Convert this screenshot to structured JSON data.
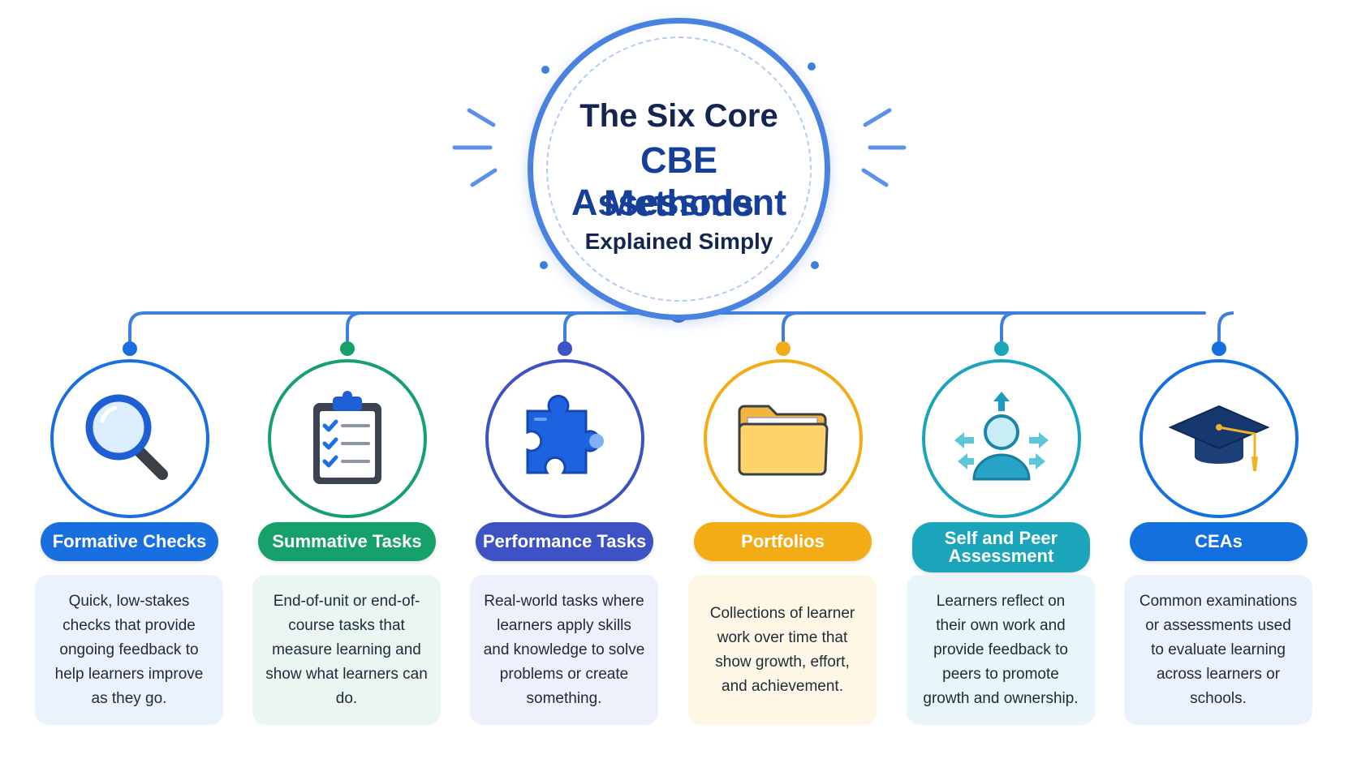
{
  "hub": {
    "title_line1": "The Six Core",
    "title_line2": "CBE Assessment",
    "title_line3": "Methods",
    "subtitle": "Explained Simply"
  },
  "colors": {
    "hub": "#4a82e0",
    "connector": "#3f7fe0"
  },
  "methods": [
    {
      "label": "Formative Checks",
      "icon": "magnifying-glass-icon",
      "color": "#1a6fe0",
      "card_bg": "#eaf3fd",
      "description": "Quick, low-stakes checks that provide ongoing feedback to help learners improve as they go."
    },
    {
      "label": "Summative Tasks",
      "icon": "clipboard-checklist-icon",
      "color": "#16a06a",
      "card_bg": "#e9f6f1",
      "description": "End-of-unit or end-of-course tasks that measure learning and show what learners can do."
    },
    {
      "label": "Performance Tasks",
      "icon": "puzzle-piece-icon",
      "color": "#3d52c4",
      "card_bg": "#eef0fb",
      "description": "Real-world tasks where learners apply skills and knowledge to solve problems or create something."
    },
    {
      "label": "Portfolios",
      "icon": "folder-icon",
      "color": "#f2ad16",
      "card_bg": "#fef7e6",
      "description": "Collections of learner work over time that show growth, effort, and achievement."
    },
    {
      "label": "Self and Peer Assessment",
      "icon": "person-arrows-icon",
      "color": "#1aa5bb",
      "card_bg": "#e8f6f9",
      "description": "Learners reflect on their own work and provide feedback to peers to promote growth and ownership."
    },
    {
      "label": "CEAs",
      "icon": "graduation-cap-icon",
      "color": "#1470de",
      "card_bg": "#eaf3fd",
      "description": "Common examinations or assessments used to evaluate learning across learners or schools."
    }
  ]
}
